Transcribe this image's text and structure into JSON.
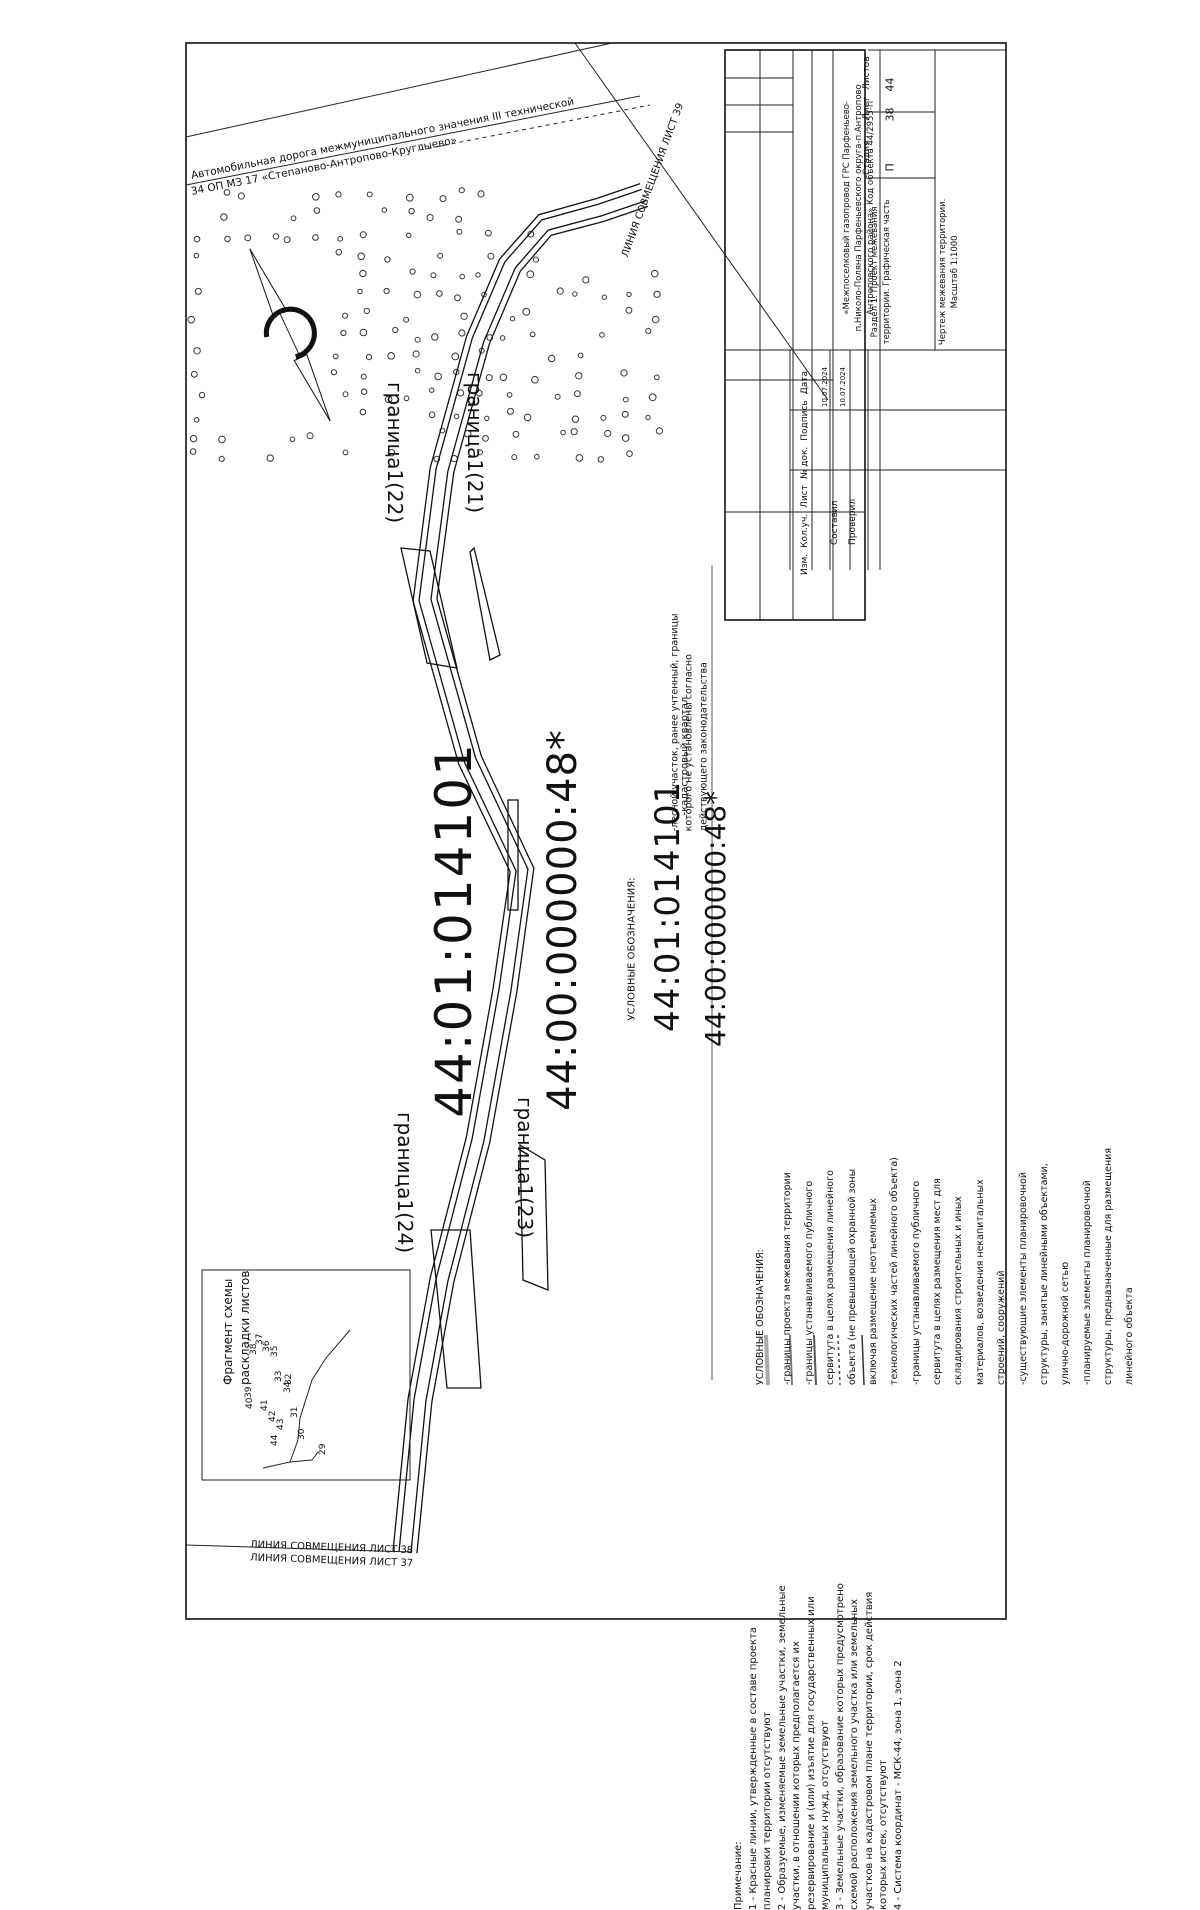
{
  "sheet": {
    "cadastral_block_main": "44:01:014101",
    "forest_plot_main": "44:00:000000:48*",
    "border_labels": [
      "граница1(22)",
      "граница1(21)",
      "граница1(24)",
      "граница1(23)"
    ],
    "road_label_1": "Автомобильная дорога межмуниципального значения III технической",
    "road_label_2": "34 ОП МЗ 17 «Степаново-Антропово-Круглыево»",
    "match_line_top": "ЛИНИЯ СОВМЕЩЕНИЯ ЛИСТ 39",
    "match_line_bottom_1": "ЛИНИЯ СОВМЕЩЕНИЯ ЛИСТ 38",
    "match_line_bottom_2": "ЛИНИЯ СОВМЕЩЕНИЯ ЛИСТ 37"
  },
  "notes": {
    "title": "Примечание:",
    "items": [
      "1 - Красные линии, утвержденные в составе проекта планировки территории отсутствуют",
      "2 - Образуемые, изменяемые земельные участки, земельные участки, в отношении которых предполагается их резервирование и (или) изъятие для государственных или муниципальных нужд, отсутствуют",
      "3 - Земельные участки, образование которых предусмотрено схемой расположения земельного участка или земельных участков на кадастровом плане территории, срок действия которых истек, отсутствуют",
      "4 - Система координат - МСК-44, зона 1, зона 2"
    ]
  },
  "fragment": {
    "title_1": "Фрагмент схемы",
    "title_2": "раскладки листов",
    "sheet_numbers": [
      "29",
      "30",
      "31",
      "32",
      "33",
      "34",
      "35",
      "36",
      "37",
      "38",
      "39",
      "40",
      "41",
      "42",
      "43",
      "44"
    ]
  },
  "legend": {
    "title": "УСЛОВНЫЕ ОБОЗНАЧЕНИЯ:",
    "items": [
      "-границы проекта межевания территории",
      "-границы устанавливаемого публичного сервитута в целях размещения линейного объекта (не превышающей охранной зоны включая размещение неотъемлемых технологических частей линейного объекта)",
      "-границы устанавливаемого публичного сервитута в целях размещения мест для складирования строительных и иных материалов, возведения некапитальных строений, сооружений",
      "-существующие элементы планировочной структуры, занятые линейными объектами, улично-дорожной сетью",
      "-планируемые элементы планировочной структуры, предназначенные для размещения линейного объекта"
    ],
    "title_2": "УСЛОВНЫЕ ОБОЗНАЧЕНИЯ:",
    "cadastral_block_sample": "44:01:014101",
    "cadastral_block_desc": "-кадастровый квартал",
    "forest_plot_sample": "44:00:000000:48*",
    "forest_plot_desc": "-лесной участок, ранее учтенный, границы которого не установлены согласно действующего законодательства"
  },
  "title_block": {
    "header_cells": [
      "Изм.",
      "Кол.уч.",
      "Лист",
      "№ док.",
      "Подпись",
      "Дата"
    ],
    "rows": [
      {
        "role": "Составил",
        "date": "10.07.2024"
      },
      {
        "role": "Проверил",
        "date": "10.07.2024"
      }
    ],
    "object_name": "«Межпоселковый газопровод ГРС Парфеньево-п.Николо-Поляна Парфеньевского округа-п.Антропово Антроповского района» Код объекта 44/2955-П",
    "section": "Раздел 1. Проект межевания территории. Графическая часть",
    "drawing": "Чертеж межевания территории. Масштаб 1:1000",
    "stage_label": "Стадия",
    "sheet_label": "Лист",
    "sheets_label": "Листов",
    "stage": "П",
    "sheet": "38",
    "sheets": "44"
  }
}
